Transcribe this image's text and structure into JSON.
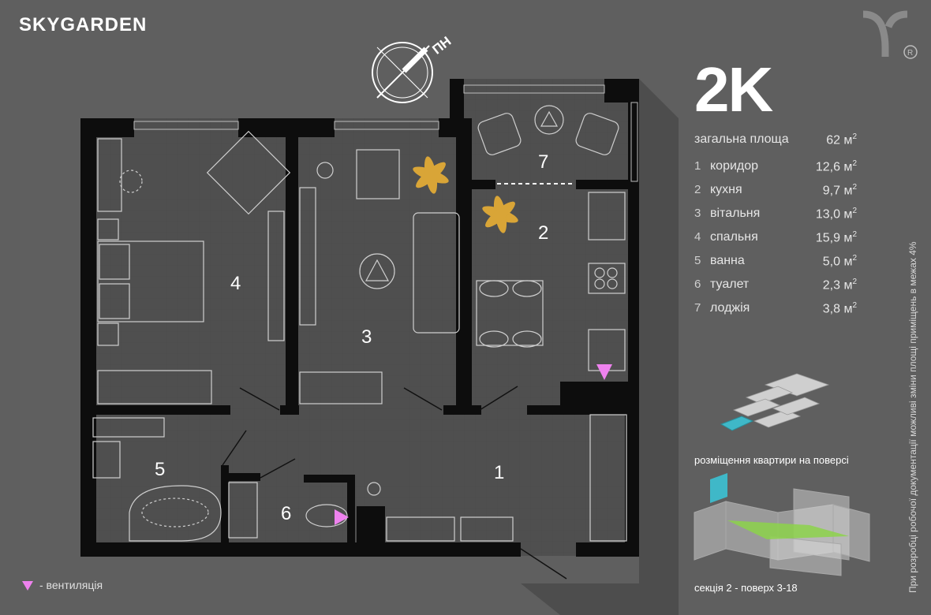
{
  "brand": "SKYGARDEN",
  "apartment": {
    "type": "2K",
    "total_label": "загальна площа",
    "total_value": "62 м",
    "unit_sup": "2",
    "rooms": [
      {
        "num": "1",
        "name": "коридор",
        "area": "12,6 м"
      },
      {
        "num": "2",
        "name": "кухня",
        "area": "9,7 м"
      },
      {
        "num": "3",
        "name": "вітальня",
        "area": "13,0 м"
      },
      {
        "num": "4",
        "name": "спальня",
        "area": "15,9 м"
      },
      {
        "num": "5",
        "name": "ванна",
        "area": "5,0 м"
      },
      {
        "num": "6",
        "name": "туалет",
        "area": "2,3 м"
      },
      {
        "num": "7",
        "name": "лоджія",
        "area": "3,8 м"
      }
    ]
  },
  "compass": {
    "label": "ПН"
  },
  "floor_position_caption": "розміщення квартири на поверсі",
  "section_caption": "секція 2 - поверх 3-18",
  "disclaimer": "При розробці робочої документації можливі зміни площі приміщень в межах 4%",
  "legend": {
    "ventilation": "- вентиляція"
  },
  "room_numbers": [
    "1",
    "2",
    "3",
    "4",
    "5",
    "6",
    "7"
  ],
  "colors": {
    "background": "#5f5f5f",
    "walls": "#0d0d0d",
    "accent_green": "#8cd24a",
    "accent_teal": "#3fb8c8",
    "ventilation": "#ee82ee"
  }
}
